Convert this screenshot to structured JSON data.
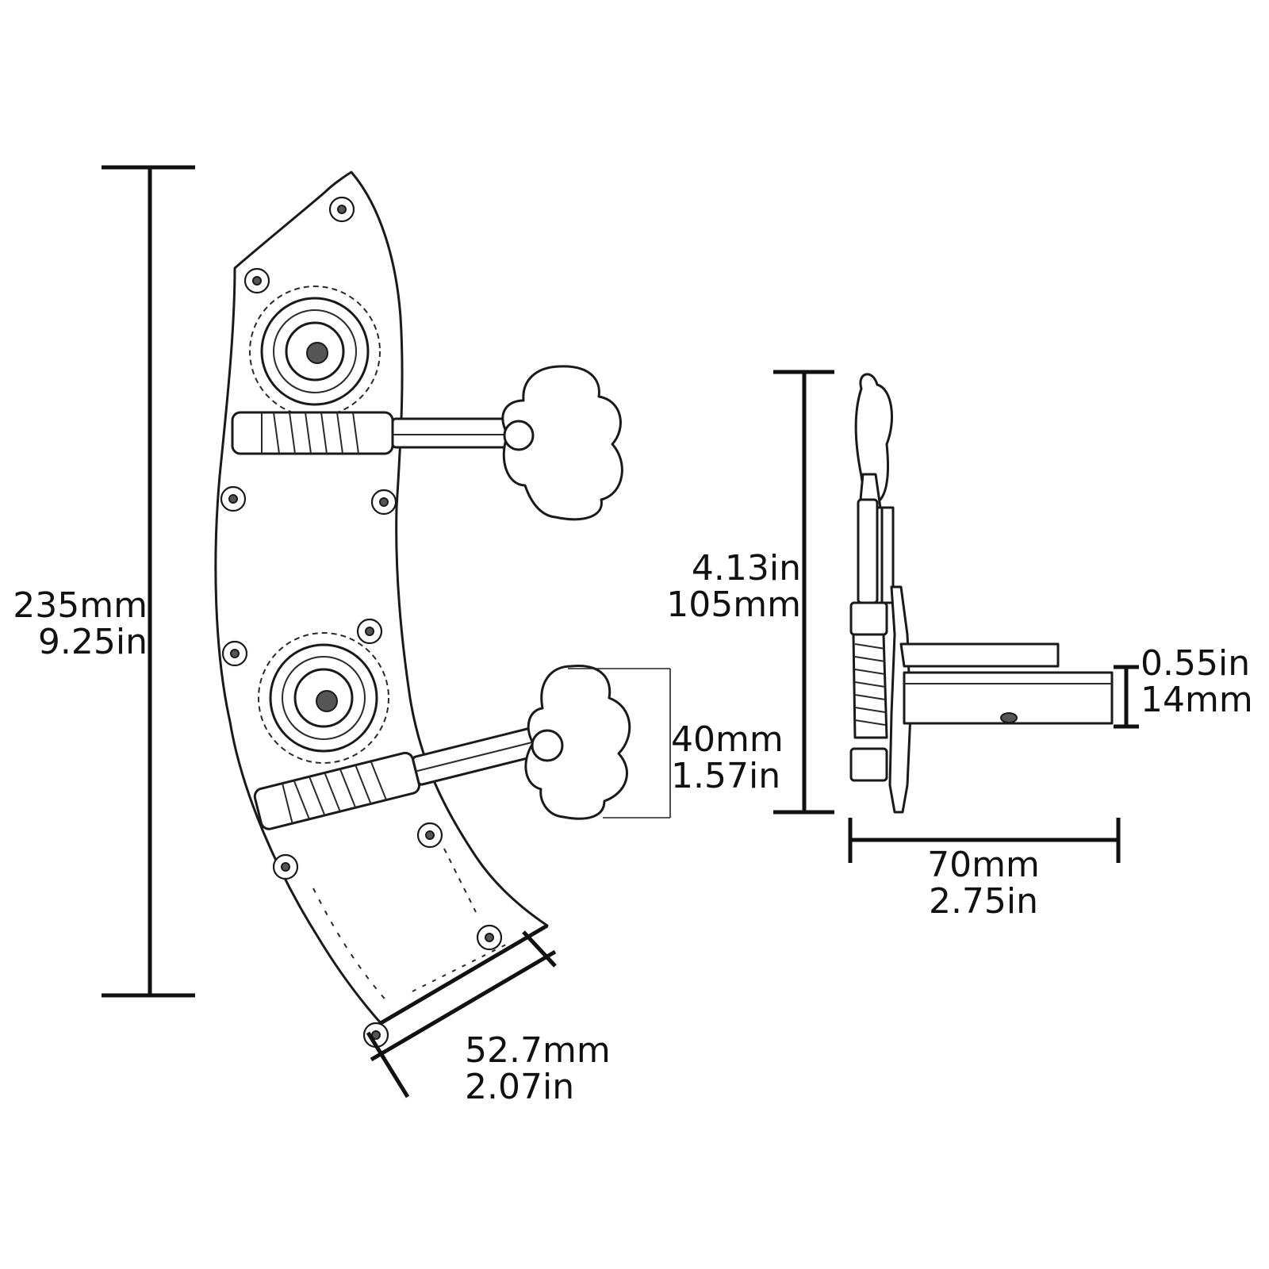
{
  "dimensions": {
    "height_total": {
      "primary": "235mm",
      "secondary": "9.25in"
    },
    "bottom_width": {
      "primary": "52.7mm",
      "secondary": "2.07in"
    },
    "key_height": {
      "primary": "40mm",
      "secondary": "1.57in"
    },
    "side_height": {
      "primary": "4.13in",
      "secondary": "105mm"
    },
    "post_width": {
      "primary": "0.55in",
      "secondary": "14mm"
    },
    "side_depth": {
      "primary": "70mm",
      "secondary": "2.75in"
    }
  },
  "colors": {
    "ink": "#111111",
    "background": "#ffffff",
    "screw_center": "#555555"
  }
}
